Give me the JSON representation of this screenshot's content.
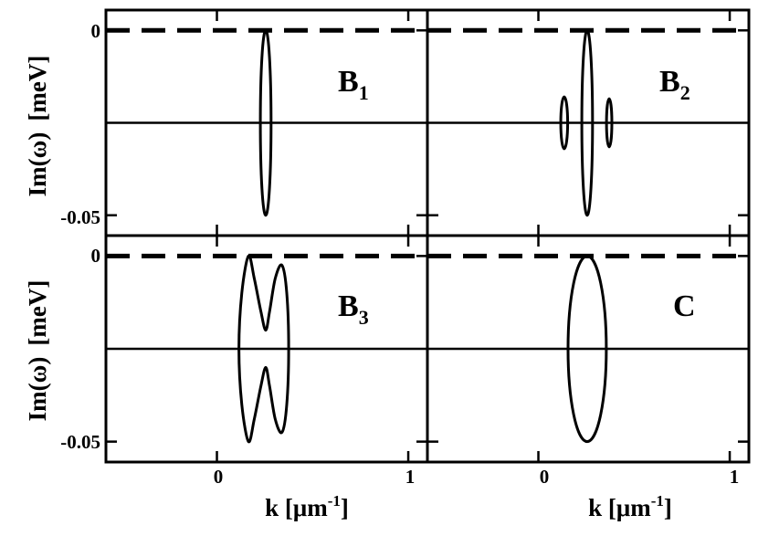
{
  "chart_data": [
    {
      "type": "line",
      "panel": "B1",
      "label_main": "B",
      "label_sub": "1",
      "xlim": [
        -0.58,
        1.1
      ],
      "ylim": [
        -0.0555,
        0.0055
      ],
      "dashed_y": 0,
      "solid_y": -0.025,
      "loops": [
        {
          "cx": 0.255,
          "cy": -0.025,
          "rx": 0.028,
          "ry": 0.025
        }
      ]
    },
    {
      "type": "line",
      "panel": "B2",
      "label_main": "B",
      "label_sub": "2",
      "xlim": [
        -0.58,
        1.1
      ],
      "ylim": [
        -0.0555,
        0.0055
      ],
      "dashed_y": 0,
      "solid_y": -0.025,
      "loops": [
        {
          "cx": 0.255,
          "cy": -0.025,
          "rx": 0.028,
          "ry": 0.025
        },
        {
          "cx": 0.135,
          "cy": -0.025,
          "rx": 0.018,
          "ry": 0.007
        },
        {
          "cx": 0.37,
          "cy": -0.025,
          "rx": 0.014,
          "ry": 0.0065
        }
      ]
    },
    {
      "type": "line",
      "panel": "B3",
      "label_main": "B",
      "label_sub": "3",
      "xlim": [
        -0.58,
        1.1
      ],
      "ylim": [
        -0.0555,
        0.0055
      ],
      "dashed_y": 0,
      "solid_y": -0.025,
      "curve": [
        [
          0.165,
          0.0
        ],
        [
          0.195,
          -0.006
        ],
        [
          0.23,
          -0.015
        ],
        [
          0.255,
          -0.02
        ],
        [
          0.275,
          -0.015
        ],
        [
          0.305,
          -0.006
        ],
        [
          0.34,
          -0.0025
        ],
        [
          0.365,
          -0.01
        ],
        [
          0.375,
          -0.025
        ],
        [
          0.365,
          -0.04
        ],
        [
          0.34,
          -0.0475
        ],
        [
          0.305,
          -0.044
        ],
        [
          0.275,
          -0.035
        ],
        [
          0.255,
          -0.03
        ],
        [
          0.23,
          -0.035
        ],
        [
          0.195,
          -0.044
        ],
        [
          0.165,
          -0.05
        ],
        [
          0.13,
          -0.04
        ],
        [
          0.115,
          -0.025
        ],
        [
          0.13,
          -0.01
        ]
      ]
    },
    {
      "type": "line",
      "panel": "C",
      "label_main": "C",
      "label_sub": "",
      "xlim": [
        -0.58,
        1.1
      ],
      "ylim": [
        -0.0555,
        0.0055
      ],
      "dashed_y": 0,
      "solid_y": -0.025,
      "loops": [
        {
          "cx": 0.255,
          "cy": -0.025,
          "rx": 0.1,
          "ry": 0.025
        }
      ]
    }
  ],
  "ytick_labels": [
    "0",
    "-0.05"
  ],
  "xtick_labels": [
    "0",
    "1"
  ],
  "ylabel_main": "Im(ω)",
  "ylabel_unit": "[meV]",
  "xlabel_main": "k [μm",
  "xlabel_sup": "-1",
  "xlabel_end": "]"
}
